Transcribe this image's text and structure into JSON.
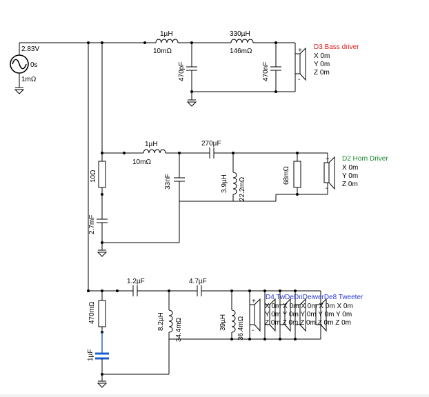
{
  "colors": {
    "background": "#f3f3f3",
    "panel": "#ffffff",
    "wire": "#000000",
    "selected": "#1a5fcc",
    "bass_label": "#e0201f",
    "horn_label": "#1a8a2a",
    "tweeter_label": "#2a39d8"
  },
  "source": {
    "voltage": "2.83V",
    "delay": "0s",
    "resistance": "1mΩ",
    "icon": "ac-voltage-source-icon"
  },
  "bass": {
    "l1": {
      "value": "1µH",
      "esr": "10mΩ"
    },
    "c1": "470pF",
    "l2": {
      "value": "330µH",
      "esr": "146mΩ"
    },
    "c2": "470nF",
    "driver": {
      "name": "D3 Bass driver",
      "x": "X 0m",
      "y": "Y 0m",
      "z": "Z 0m"
    }
  },
  "horn": {
    "r1": "10Ω",
    "c_zobel": "2.7mF",
    "l1": {
      "value": "1µH",
      "esr": "10mΩ"
    },
    "c1": "33nF",
    "c2": "270µF",
    "l2": {
      "value": "3.9µH",
      "esr": "22.2mΩ"
    },
    "r2": "68mΩ",
    "driver": {
      "name": "D2 Horn Driver",
      "x": "X 0m",
      "y": "Y 0m",
      "z": "Z 0m"
    }
  },
  "tweeter": {
    "r1": "470mΩ",
    "c_zobel": "1µF",
    "c1": "1.2µF",
    "l1": {
      "value": "8.2µH",
      "esr": "34.4mΩ"
    },
    "c2": "4.7µF",
    "l2": {
      "value": "39µH",
      "esr": "36.4mΩ"
    },
    "driver_overlap": "D4 TwDeDriDeiwerDe8 Tweeter",
    "coords_x": "X 0m X 0m X 0m X 0m X 0m",
    "coords_y": "Y 0m Y 0m Y 0m Y 0m Y 0m",
    "coords_z": "Z 0m Z 0m Z 0m Z 0m Z 0m"
  }
}
